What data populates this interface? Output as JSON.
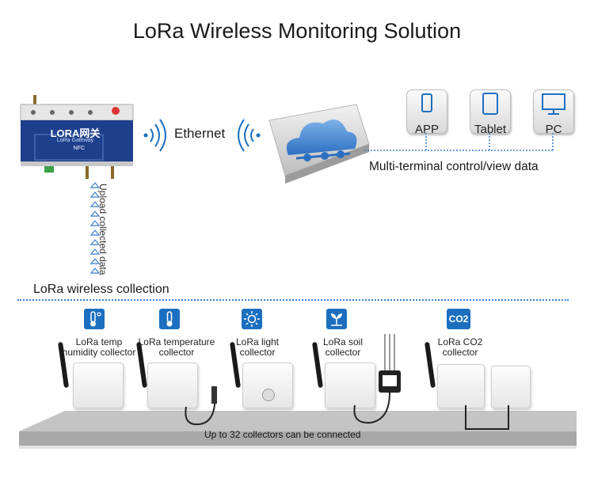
{
  "title": "LoRa Wireless Monitoring Solution",
  "gateway": {
    "logo_text": "LORA网关",
    "sub_text": "LoRa Gateway",
    "nfc_text": "NFC"
  },
  "ethernet_label": "Ethernet",
  "terminals": [
    {
      "label": "APP",
      "icon": "phone-icon"
    },
    {
      "label": "Tablet",
      "icon": "tablet-icon"
    },
    {
      "label": "PC",
      "icon": "monitor-icon"
    }
  ],
  "multi_terminal_label": "Multi-terminal control/view data",
  "upload_label": "Upload collected data",
  "collection_label": "LoRa wireless collection",
  "collectors": [
    {
      "line1": "LoRa temp",
      "line2": "humidity collector",
      "icon": "thermometer-humidity-icon"
    },
    {
      "line1": "LoRa temperature",
      "line2": "collector",
      "icon": "thermometer-icon"
    },
    {
      "line1": "LoRa light",
      "line2": "collector",
      "icon": "sun-icon"
    },
    {
      "line1": "LoRa soil",
      "line2": "collector",
      "icon": "plant-icon"
    },
    {
      "line1": "LoRa CO2",
      "line2": "collector",
      "icon": "co2-icon",
      "icon_text": "CO2"
    }
  ],
  "bottom_label": "Up to 32 collectors can be connected",
  "colors": {
    "accent": "#1c6fbf",
    "dotted_line": "#3b7fd0",
    "gateway": "#1d3f8c"
  }
}
